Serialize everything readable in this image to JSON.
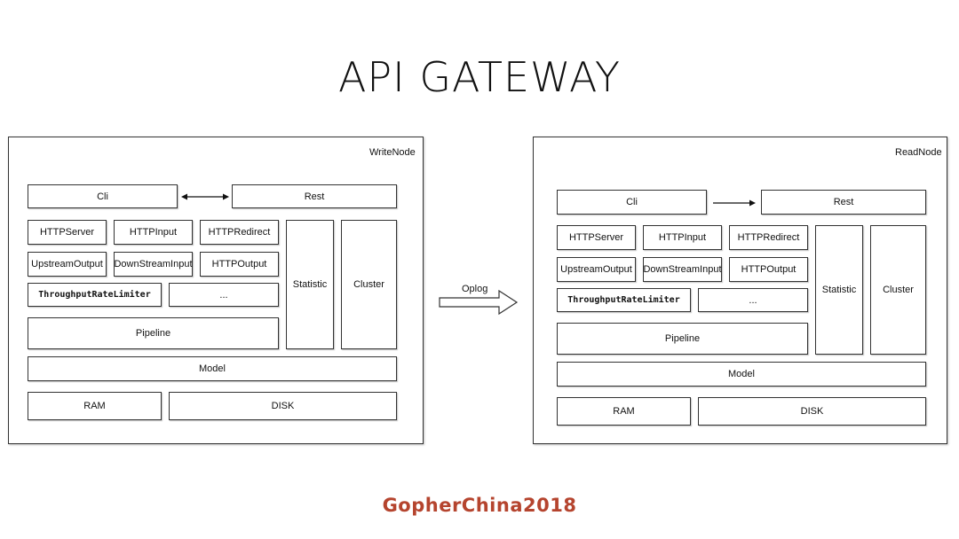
{
  "title": "API GATEWAY",
  "write_node": {
    "label": "WriteNode",
    "cli": "Cli",
    "rest": "Rest",
    "http_server": "HTTPServer",
    "http_input": "HTTPInput",
    "http_redirect": "HTTPRedirect",
    "upstream_output": "UpstreamOutput",
    "downstream_input": "DownStreamInput",
    "http_output": "HTTPOutput",
    "throughput_rate_limiter": "ThroughputRateLimiter",
    "ellipsis": "...",
    "pipeline": "Pipeline",
    "statistic": "Statistic",
    "cluster": "Cluster",
    "model": "Model",
    "ram": "RAM",
    "disk": "DISK",
    "cli_rest_link": "bidirectional"
  },
  "read_node": {
    "label": "ReadNode",
    "cli": "Cli",
    "rest": "Rest",
    "http_server": "HTTPServer",
    "http_input": "HTTPInput",
    "http_redirect": "HTTPRedirect",
    "upstream_output": "UpstreamOutput",
    "downstream_input": "DownStreamInput",
    "http_output": "HTTPOutput",
    "throughput_rate_limiter": "ThroughputRateLimiter",
    "ellipsis": "...",
    "pipeline": "Pipeline",
    "statistic": "Statistic",
    "cluster": "Cluster",
    "model": "Model",
    "ram": "RAM",
    "disk": "DISK",
    "cli_rest_link": "one-way"
  },
  "oplog": {
    "label": "Oplog"
  },
  "footer": {
    "text": "GopherChina2018",
    "color": "#b5442e"
  }
}
